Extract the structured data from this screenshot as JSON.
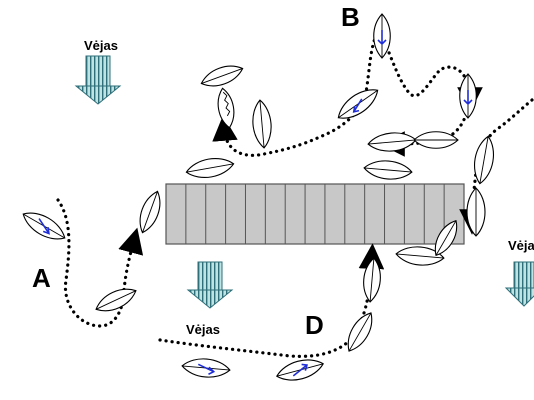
{
  "labels": {
    "wind_top_left": "Vėjas",
    "wind_bottom": "Vėjas",
    "wind_right": "Vėja",
    "point_a": "A",
    "point_b": "B",
    "point_d": "D"
  },
  "colors": {
    "wind_arrow_fill": "#bfe3e3",
    "wind_arrow_stripe": "#2e6f7a",
    "bar_fill": "#c8c8c8",
    "bar_stroke": "#555555",
    "direction_arrow": "#1f2ed6"
  },
  "bar": {
    "segments": 15
  }
}
